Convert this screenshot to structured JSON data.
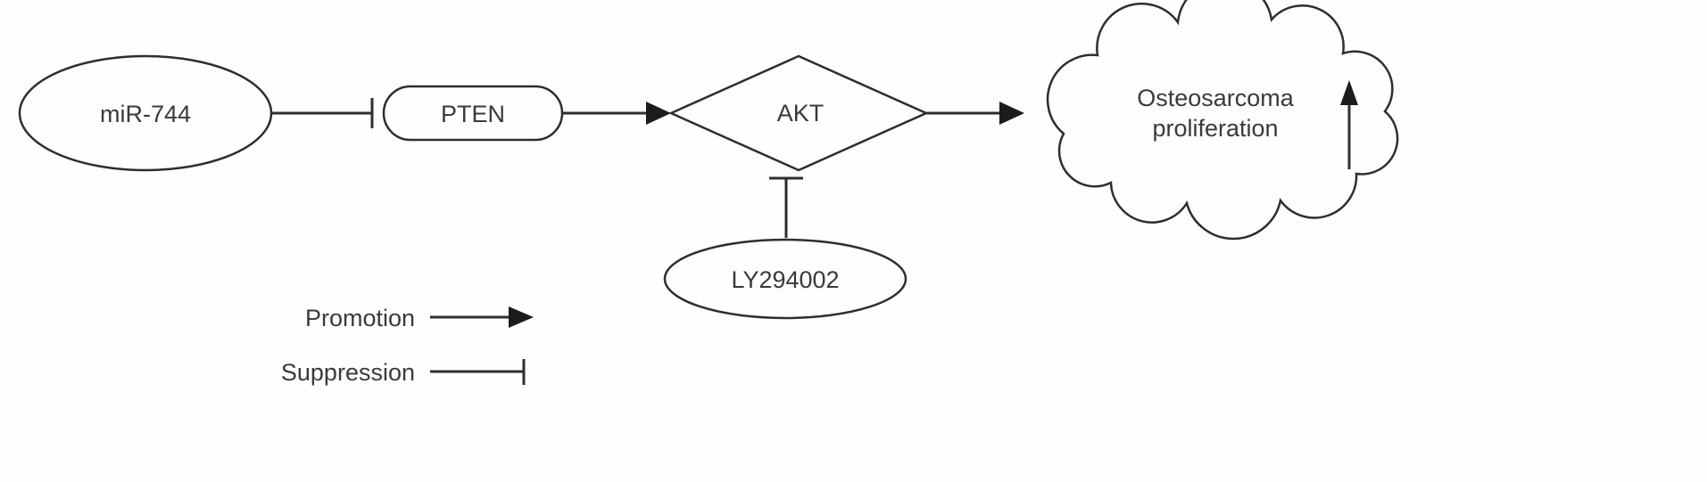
{
  "figure": {
    "background": "#fefefe",
    "stroke_color": "#2e2e2e",
    "text_color": "#3a3a3a"
  },
  "nodes": {
    "mir744": {
      "label": "miR-744",
      "shape": "ellipse"
    },
    "pten": {
      "label": "PTEN",
      "shape": "rounded-rect"
    },
    "akt": {
      "label": "AKT",
      "shape": "diamond"
    },
    "ly294002": {
      "label": "LY294002",
      "shape": "ellipse"
    },
    "osteosarcoma": {
      "line1": "Osteosarcoma",
      "line2": "proliferation",
      "shape": "cloud",
      "trend": "up-arrow"
    }
  },
  "edges": [
    {
      "from": "miR-744",
      "to": "PTEN",
      "type": "suppression"
    },
    {
      "from": "PTEN",
      "to": "AKT",
      "type": "promotion"
    },
    {
      "from": "AKT",
      "to": "Osteosarcoma proliferation",
      "type": "promotion"
    },
    {
      "from": "LY294002",
      "to": "AKT",
      "type": "suppression"
    }
  ],
  "legend": {
    "promotion_label": "Promotion",
    "suppression_label": "Suppression"
  }
}
